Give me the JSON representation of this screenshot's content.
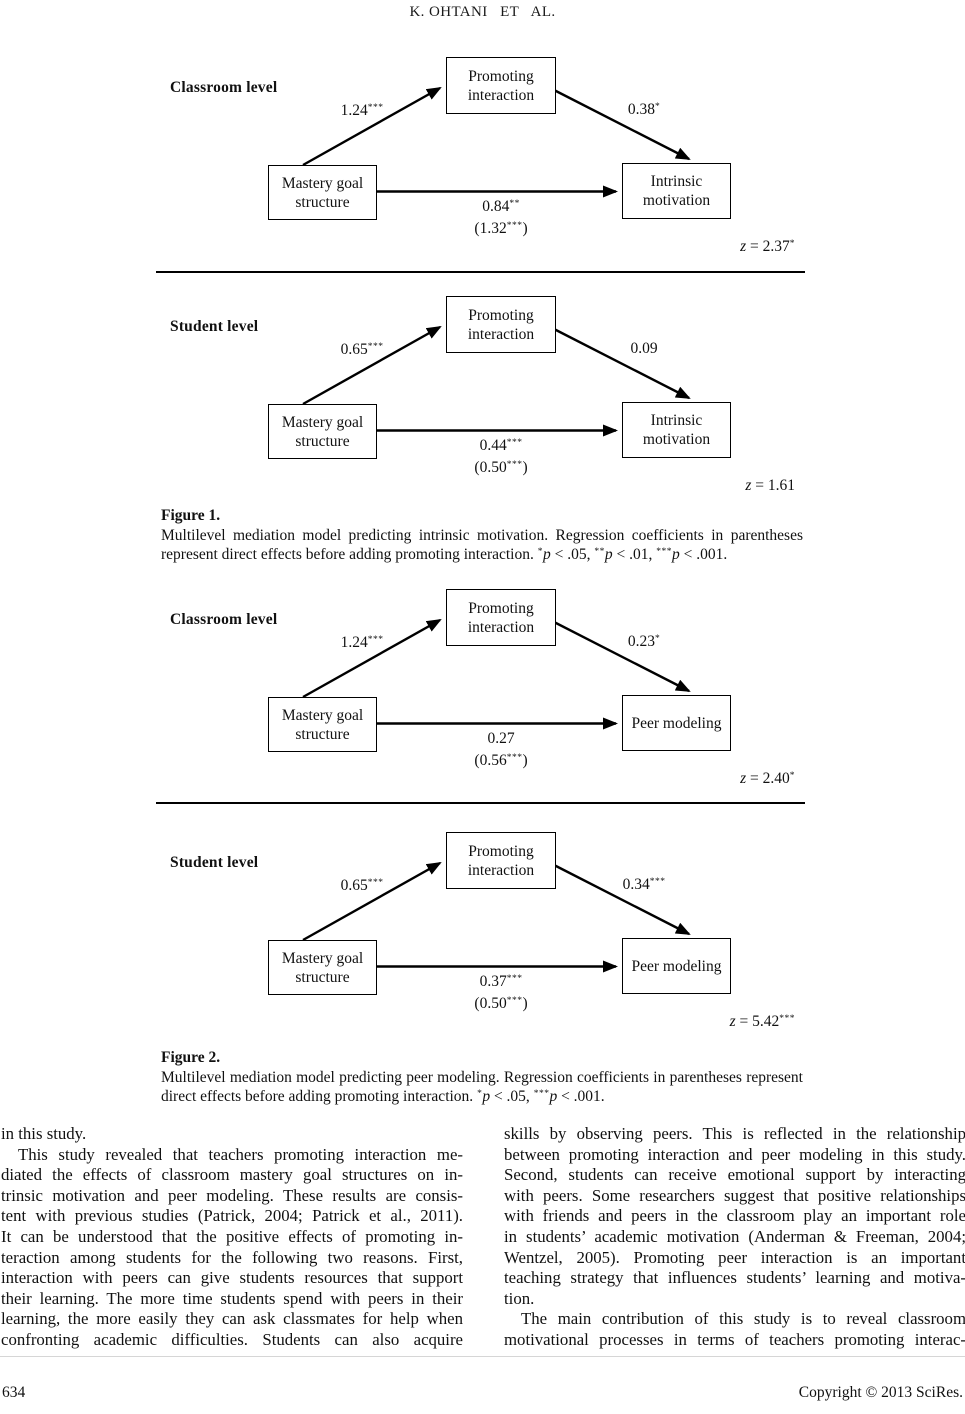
{
  "page": {
    "header": "K. OHTANI   ET   AL.",
    "page_number": "634",
    "copyright": "Copyright © 2013 SciRes."
  },
  "figures": [
    {
      "caption_title": "Figure 1.",
      "caption_body": "Multilevel mediation model predicting intrinsic motivation. Regression coefficients in parentheses represent direct effects before adding promoting interaction. ",
      "caption_sig": [
        {
          "stars": "*",
          "p": "p",
          "rest": " < .05, "
        },
        {
          "stars": "**",
          "p": "p",
          "rest": " < .01, "
        },
        {
          "stars": "***",
          "p": "p",
          "rest": " < .001."
        }
      ],
      "diagrams": [
        {
          "level": "Classroom level",
          "mediator": "Promoting\ninteraction",
          "predictor": "Mastery goal\nstructure",
          "outcome": "Intrinsic\nmotivation",
          "path_a": {
            "value": "1.24",
            "stars": "***"
          },
          "path_b": {
            "value": "0.38",
            "stars": "*"
          },
          "path_c": {
            "value": "0.84",
            "stars": "**"
          },
          "path_c_prime": {
            "open": "(",
            "value": "1.32",
            "stars": "***",
            "close": ")"
          },
          "z_label": "z",
          "z_value": " = 2.37",
          "z_stars": "*"
        },
        {
          "level": "Student level",
          "mediator": "Promoting\ninteraction",
          "predictor": "Mastery goal\nstructure",
          "outcome": "Intrinsic\nmotivation",
          "path_a": {
            "value": "0.65",
            "stars": "***"
          },
          "path_b": {
            "value": "0.09",
            "stars": ""
          },
          "path_c": {
            "value": "0.44",
            "stars": "***"
          },
          "path_c_prime": {
            "open": "(",
            "value": "0.50",
            "stars": "***",
            "close": ")"
          },
          "z_label": "z",
          "z_value": " = 1.61",
          "z_stars": ""
        }
      ]
    },
    {
      "caption_title": "Figure 2.",
      "caption_body": "Multilevel mediation model predicting peer modeling. Regression coefficients in parentheses represent direct effects before adding promoting interaction. ",
      "caption_sig": [
        {
          "stars": "*",
          "p": "p",
          "rest": " < .05, "
        },
        {
          "stars": "***",
          "p": "p",
          "rest": " < .001."
        }
      ],
      "diagrams": [
        {
          "level": "Classroom level",
          "mediator": "Promoting\ninteraction",
          "predictor": "Mastery goal\nstructure",
          "outcome": "Peer modeling",
          "path_a": {
            "value": "1.24",
            "stars": "***"
          },
          "path_b": {
            "value": "0.23",
            "stars": "*"
          },
          "path_c": {
            "value": "0.27",
            "stars": ""
          },
          "path_c_prime": {
            "open": "(",
            "value": "0.56",
            "stars": "***",
            "close": ")"
          },
          "z_label": "z",
          "z_value": " = 2.40",
          "z_stars": "*"
        },
        {
          "level": "Student level",
          "mediator": "Promoting\ninteraction",
          "predictor": "Mastery goal\nstructure",
          "outcome": "Peer modeling",
          "path_a": {
            "value": "0.65",
            "stars": "***"
          },
          "path_b": {
            "value": "0.34",
            "stars": "***"
          },
          "path_c": {
            "value": "0.37",
            "stars": "***"
          },
          "path_c_prime": {
            "open": "(",
            "value": "0.50",
            "stars": "***",
            "close": ")"
          },
          "z_label": "z",
          "z_value": " = 5.42",
          "z_stars": "***"
        }
      ]
    }
  ],
  "body": {
    "left_lines": [
      {
        "t": "in this study.",
        "c": "end"
      },
      {
        "t": "This study revealed that teachers promoting interaction me-",
        "c": "indent"
      },
      {
        "t": "diated the effects of classroom mastery goal structures on in-"
      },
      {
        "t": "trinsic motivation and peer modeling. These results are consis-"
      },
      {
        "t": "tent with previous studies (Patrick, 2004; Patrick et al., 2011)."
      },
      {
        "t": "It can be understood that the positive effects of promoting in-"
      },
      {
        "t": "teraction among students for the following two reasons. First,"
      },
      {
        "t": "interaction with peers can give students resources that support"
      },
      {
        "t": "their learning. The more time students spend with peers in their"
      },
      {
        "t": "learning, the more easily they can ask classmates for help when"
      },
      {
        "t": "confronting academic difficulties. Students can also acquire"
      }
    ],
    "right_lines": [
      {
        "t": "skills by observing peers. This is reflected in the relationship"
      },
      {
        "t": "between promoting interaction and peer modeling in this study."
      },
      {
        "t": "Second, students can receive emotional support by interacting"
      },
      {
        "t": "with peers. Some researchers suggest that positive relationships"
      },
      {
        "t": "with friends and peers in the classroom play an important role"
      },
      {
        "t": "in students’ academic motivation (Anderman & Freeman, 2004;"
      },
      {
        "t": "Wentzel, 2005). Promoting peer interaction is an important"
      },
      {
        "t": "teaching strategy that influences students’ learning and motiva-"
      },
      {
        "t": "tion.",
        "c": "end"
      },
      {
        "t": "The main contribution of this study is to reveal classroom",
        "c": "indent"
      },
      {
        "t": "motivational processes in terms of teachers promoting interac-"
      }
    ]
  }
}
